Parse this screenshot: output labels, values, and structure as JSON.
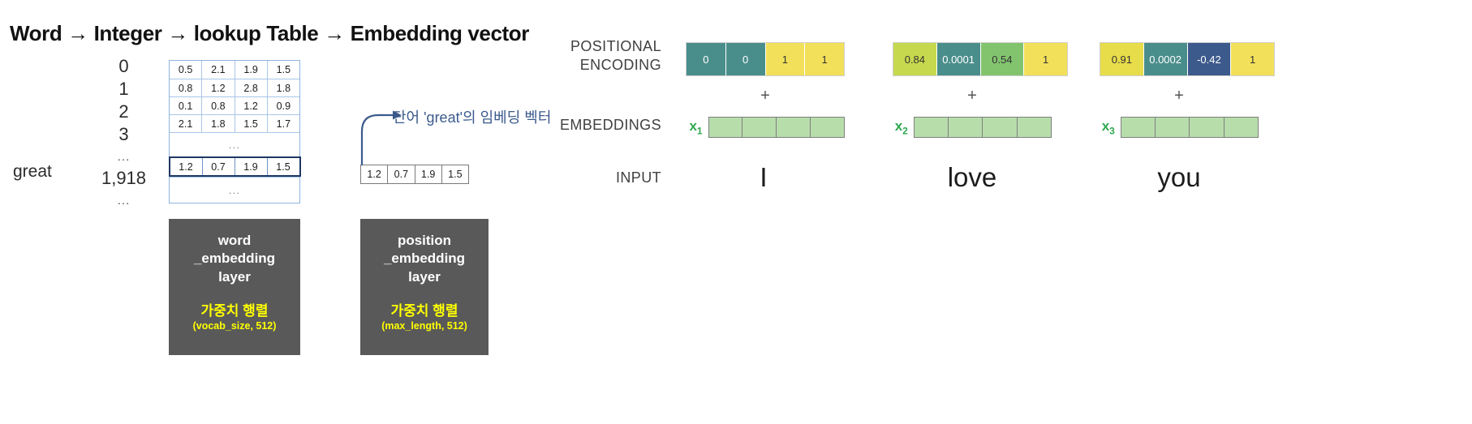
{
  "left": {
    "title": "Word → Integer → lookup Table → Embedding vector",
    "word_label": "great",
    "indices": [
      "0",
      "1",
      "2",
      "3",
      "...",
      "1,918",
      "..."
    ],
    "table": {
      "rows": [
        [
          "0.5",
          "2.1",
          "1.9",
          "1.5"
        ],
        [
          "0.8",
          "1.2",
          "2.8",
          "1.8"
        ],
        [
          "0.1",
          "0.8",
          "1.2",
          "0.9"
        ],
        [
          "2.1",
          "1.8",
          "1.5",
          "1.7"
        ]
      ],
      "ellipsis": "...",
      "highlight_row": [
        "1.2",
        "0.7",
        "1.9",
        "1.5"
      ],
      "ellipsis_last": "...",
      "border_color": "#8fb4dd",
      "highlight_border_color": "#1f3864"
    },
    "vector_out": [
      "1.2",
      "0.7",
      "1.9",
      "1.5"
    ],
    "callout": "단어 'great'의\n임베딩 벡터",
    "callout_color": "#3b5a8c",
    "boxes": [
      {
        "title": "word\n_embedding\nlayer",
        "yellow": "가중치 행렬",
        "yellow_sub": "(vocab_size, 512)",
        "bg": "#595959",
        "accent": "#ffff00"
      },
      {
        "title": "position\n_embedding\nlayer",
        "yellow": "가중치 행렬",
        "yellow_sub": "(max_length, 512)",
        "bg": "#595959",
        "accent": "#ffff00"
      }
    ]
  },
  "right": {
    "labels": {
      "positional_encoding": "POSITIONAL\nENCODING",
      "embeddings": "EMBEDDINGS",
      "input": "INPUT"
    },
    "plus_symbol": "+",
    "colors": {
      "teal": "#4a8e8b",
      "yellow": "#f2e05a",
      "yellow_green": "#c6d94e",
      "green": "#82c46e",
      "embedding_green": "#b7ddab",
      "tag_green": "#2fa84f"
    },
    "groups": [
      {
        "pe_values": [
          "0",
          "0",
          "1",
          "1"
        ],
        "pe_colors": [
          "#4a8e8b",
          "#4a8e8b",
          "#f2e05a",
          "#f2e05a"
        ],
        "pe_text_dark": [
          true,
          true,
          false,
          false
        ],
        "emb_tag": "x",
        "emb_sub": "1",
        "emb_cells": 4,
        "input": "I"
      },
      {
        "pe_values": [
          "0.84",
          "0.0001",
          "0.54",
          "1"
        ],
        "pe_colors": [
          "#c6d94e",
          "#4a8e8b",
          "#82c46e",
          "#f2e05a"
        ],
        "pe_text_dark": [
          false,
          true,
          false,
          false
        ],
        "emb_tag": "x",
        "emb_sub": "2",
        "emb_cells": 4,
        "input": "love"
      },
      {
        "pe_values": [
          "0.91",
          "0.0002",
          "-0.42",
          "1"
        ],
        "pe_colors": [
          "#e7dc4a",
          "#4a8e8b",
          "#3d5a8c",
          "#f2e05a"
        ],
        "pe_text_dark": [
          false,
          true,
          true,
          false
        ],
        "emb_tag": "x",
        "emb_sub": "3",
        "emb_cells": 4,
        "input": "you"
      }
    ]
  }
}
